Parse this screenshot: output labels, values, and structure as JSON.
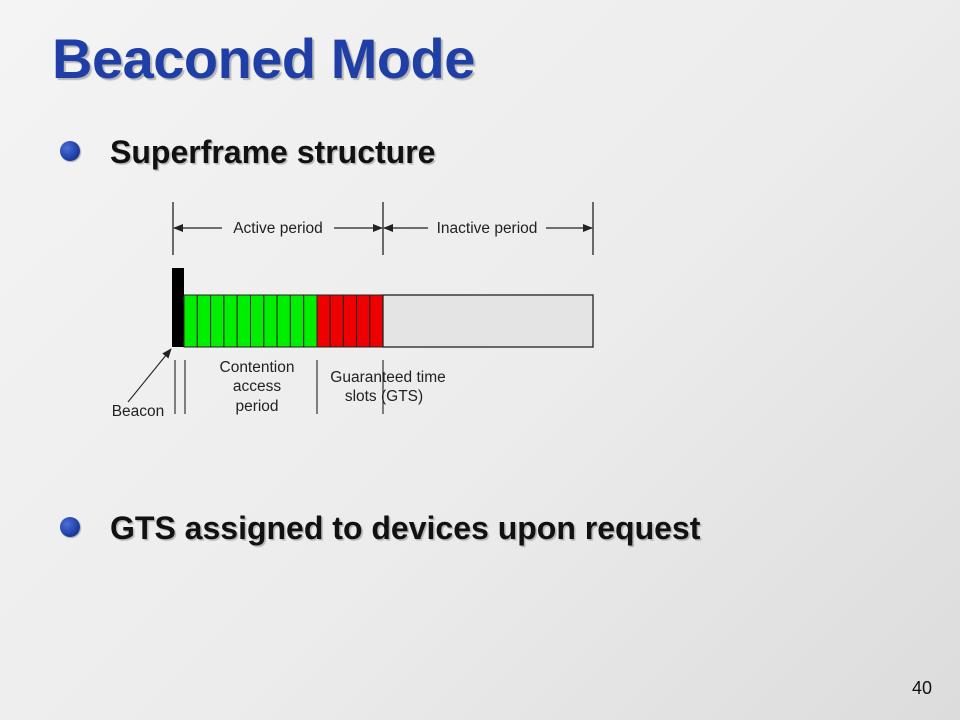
{
  "slide": {
    "title": "Beaconed Mode",
    "bullets": [
      "Superframe structure",
      "GTS assigned to devices upon request"
    ],
    "page_number": "40"
  },
  "diagram": {
    "labels": {
      "active_period": "Active period",
      "inactive_period": "Inactive period",
      "beacon": "Beacon",
      "cap_line1": "Contention",
      "cap_line2": "access",
      "cap_line3": "period",
      "gts_line1": "Guaranteed time",
      "gts_line2": "slots (GTS)"
    },
    "cap_slot_count": 10,
    "gts_slot_count": 5,
    "colors": {
      "beacon": "#000000",
      "cap": "#00ee00",
      "gts": "#ee0000",
      "inactive": "#e4e4e4",
      "title": "#1f3fa6"
    }
  }
}
